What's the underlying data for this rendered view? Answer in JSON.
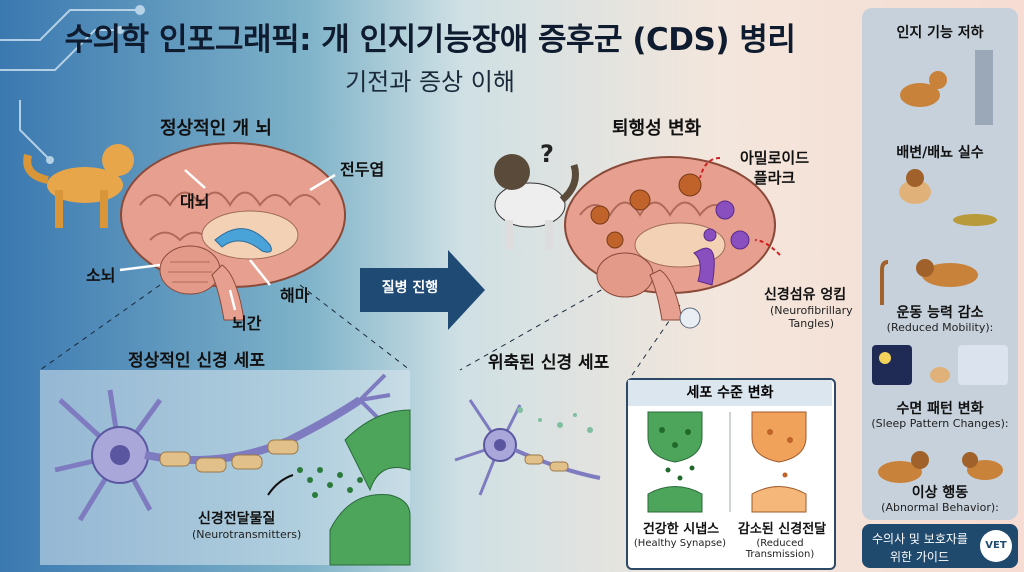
{
  "title": "수의학 인포그래픽: 개 인지기능장애 증후군 (CDS) 병리",
  "subtitle": "기전과 증상 이해",
  "normal": {
    "heading": "정상적인 개 뇌",
    "labels": {
      "cerebrum": "대뇌",
      "frontal": "전두엽",
      "cerebellum": "소뇌",
      "hippocampus": "해마",
      "brainstem": "뇌간"
    },
    "neuron_heading": "정상적인 신경 세포",
    "neurotransmitters_ko": "신경전달물질",
    "neurotransmitters_en": "(Neurotransmitters)"
  },
  "progression": "질병 진행",
  "degenerative": {
    "heading": "퇴행성 변화",
    "amyloid": "아밀로이드\n플라크",
    "tangles_ko": "신경섬유 엉킴",
    "tangles_en": "(Neurofibrillary\nTangles)",
    "atrophied_neuron": "위축된 신경 세포"
  },
  "cellular": {
    "heading": "세포 수준 변화",
    "healthy_ko": "건강한 시냅스",
    "healthy_en": "(Healthy Synapse)",
    "reduced_ko": "감소된 신경전달",
    "reduced_en": "(Reduced Transmission)"
  },
  "sidebar": {
    "items": [
      {
        "ko": "인지 기능 저하",
        "en": ""
      },
      {
        "ko": "배변/배뇨 실수",
        "en": ""
      },
      {
        "ko": "운동 능력 감소",
        "en": "(Reduced Mobility):"
      },
      {
        "ko": "수면 패턴 변화",
        "en": "(Sleep Pattern Changes):"
      },
      {
        "ko": "이상 행동",
        "en": "(Abnormal Behavior):"
      }
    ],
    "footer_line1": "수의사 및 보호자를",
    "footer_line2": "위한 가이드",
    "badge": "VET"
  },
  "colors": {
    "brain": "#e7a08f",
    "hippocampus": "#4aa3d8",
    "neuron": "#7e7bc0",
    "synapse_green": "#4da55c",
    "synapse_orange": "#f0a25a",
    "plaque": "#c0632a",
    "tangle": "#8a4fbf"
  }
}
